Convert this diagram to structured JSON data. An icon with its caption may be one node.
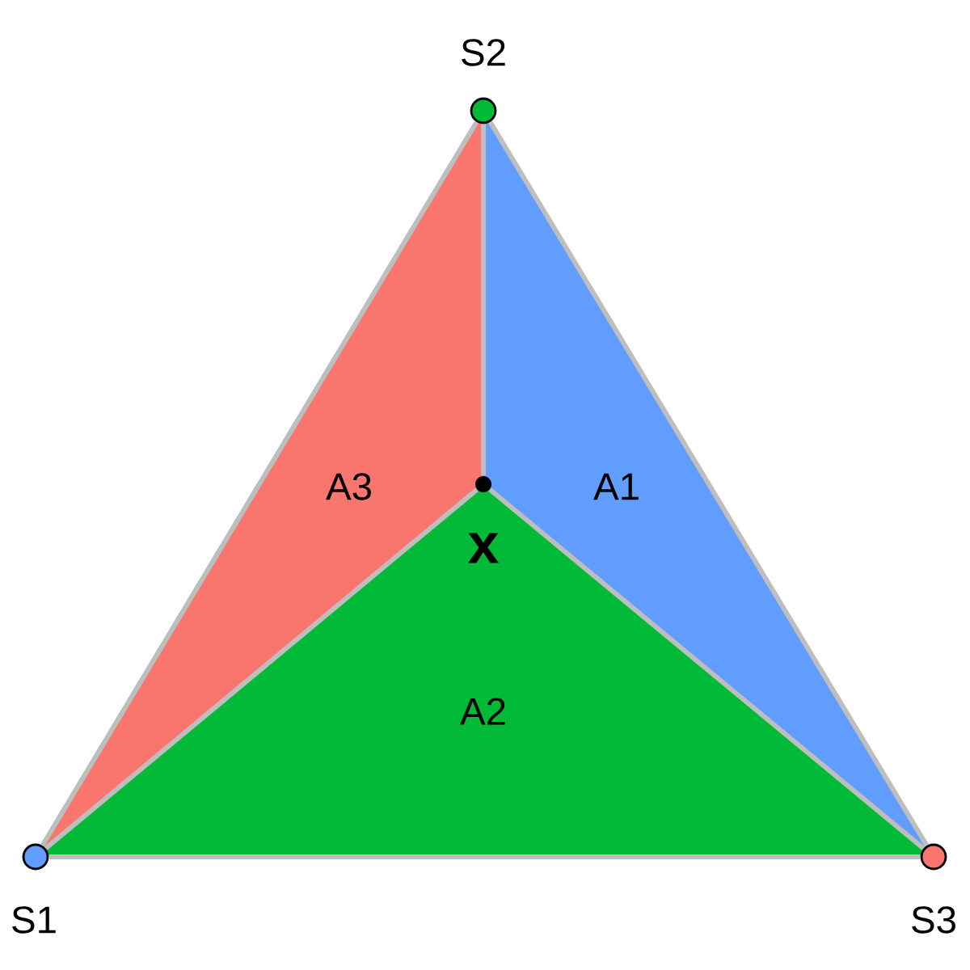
{
  "diagram": {
    "nodes": [
      {
        "text": [
          "S2"
        ]
      },
      {
        "text": [
          "A3"
        ]
      },
      {
        "text": [
          "A1"
        ]
      },
      {
        "text": [
          "x"
        ]
      },
      {
        "text": [
          "A2"
        ]
      },
      {
        "text": [
          "S1"
        ]
      },
      {
        "text": [
          "S3"
        ]
      }
    ],
    "edges": [
      {
        "from": 5,
        "to": 0,
        "arrow": "none"
      },
      {
        "from": 0,
        "to": 6,
        "arrow": "none"
      },
      {
        "from": 5,
        "to": 6,
        "arrow": "none"
      },
      {
        "from": 3,
        "to": 0,
        "arrow": "none"
      },
      {
        "from": 3,
        "to": 5,
        "arrow": "none"
      },
      {
        "from": 3,
        "to": 6,
        "arrow": "none"
      }
    ]
  }
}
